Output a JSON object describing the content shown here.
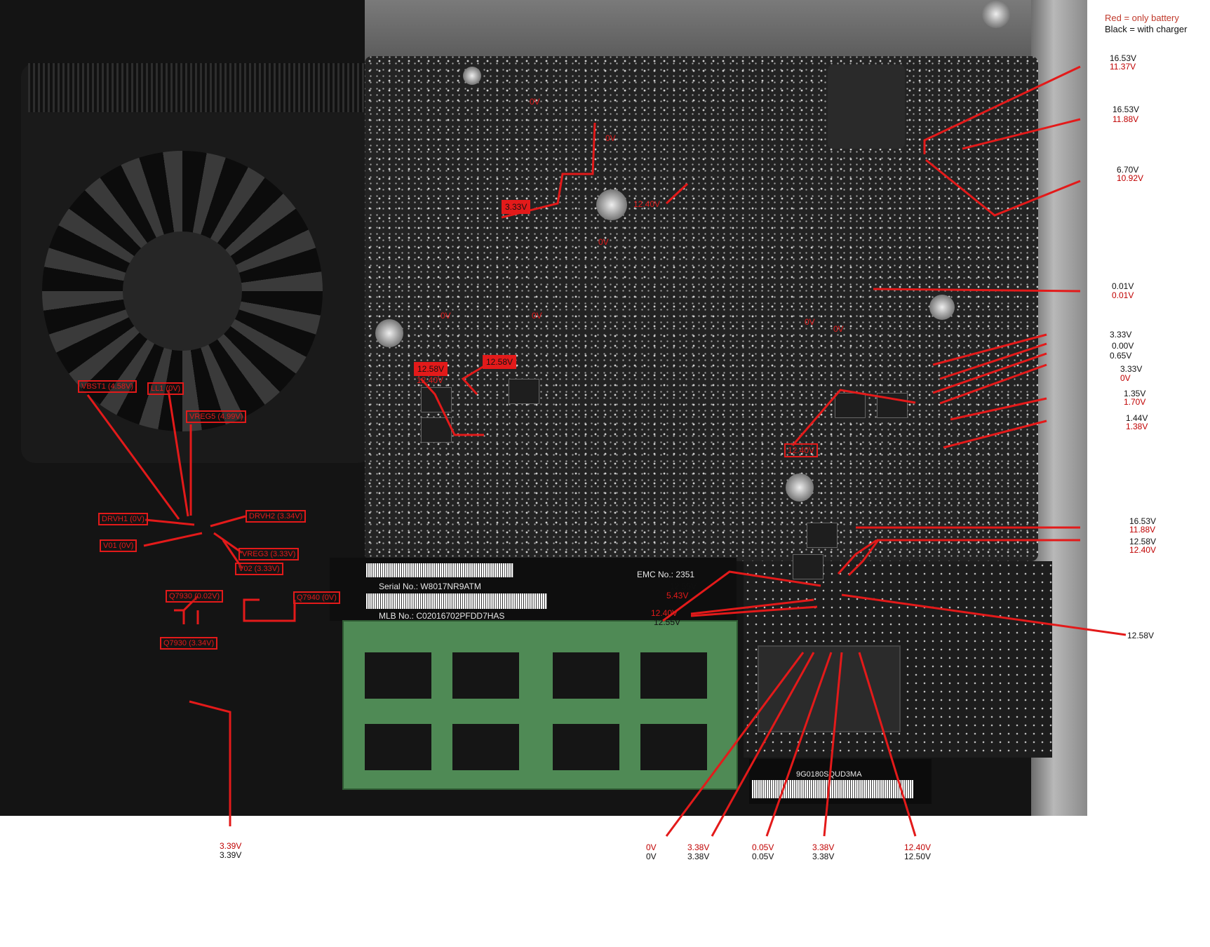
{
  "legend": {
    "red": "Red = only battery",
    "black": "Black = with charger"
  },
  "right_readings": [
    {
      "black": "16.53V",
      "red": "11.37V"
    },
    {
      "black": "16.53V",
      "red": "11.88V"
    },
    {
      "black": "6.70V",
      "red": "10.92V"
    },
    {
      "black": "0.01V",
      "red": "0.01V"
    },
    {
      "black": "3.33V"
    },
    {
      "black": "0.00V"
    },
    {
      "black": "0.65V"
    },
    {
      "black": "3.33V",
      "red": "0V"
    },
    {
      "black": "1.35V",
      "red": "1.70V"
    },
    {
      "black": "1.44V",
      "red": "1.38V"
    },
    {
      "black": "16.53V",
      "red": "11.88V"
    },
    {
      "black": "12.58V",
      "red": "12.40V"
    },
    {
      "black": "12.58V"
    }
  ],
  "bottom_readings": [
    {
      "red": "3.39V",
      "black": "3.39V"
    },
    {
      "red": "0V",
      "black": "0V"
    },
    {
      "red": "3.38V",
      "black": "3.38V"
    },
    {
      "red": "0.05V",
      "black": "0.05V"
    },
    {
      "red": "3.38V",
      "black": "3.38V"
    },
    {
      "red": "12.40V",
      "black": "12.50V"
    }
  ],
  "chip_tags": [
    "VBST1 (4.58V)",
    "LL1 (0V)",
    "VREG5 (4.99V)",
    "DRVH1 (0V)",
    "DRVH2 (3.34V)",
    "V01 (0V)",
    "VREG3 (3.33V)",
    "V02 (3.33V)",
    "Q7930  (0.02V)",
    "Q7940  (0V)",
    "Q7930  (3.34V)"
  ],
  "board_labels": {
    "ov_top1": "0V",
    "ov_top2": "0V",
    "v333": "3.33V",
    "v1240a": "12.40V",
    "ov_mid": "0V",
    "ov_cap1": "0V",
    "ov_cap2": "0V",
    "ov_r1": "0V",
    "ov_r2": "0V",
    "v1258a": "12.58V",
    "v1240b": "12.40V",
    "v1258b": "12.58V",
    "v1240c": "12.40V",
    "v1255a": "12.55V",
    "v543": "5.43V",
    "v1240d": "12.40V",
    "v1255b": "12.55V"
  },
  "photo_text": {
    "serial": "Serial No.: W8017NR9ATM",
    "mlb": "MLB No.:   C02016702PFDD7HAS",
    "emc": "EMC No.: 2351",
    "hdd": "9G0180SQUD3MA"
  }
}
